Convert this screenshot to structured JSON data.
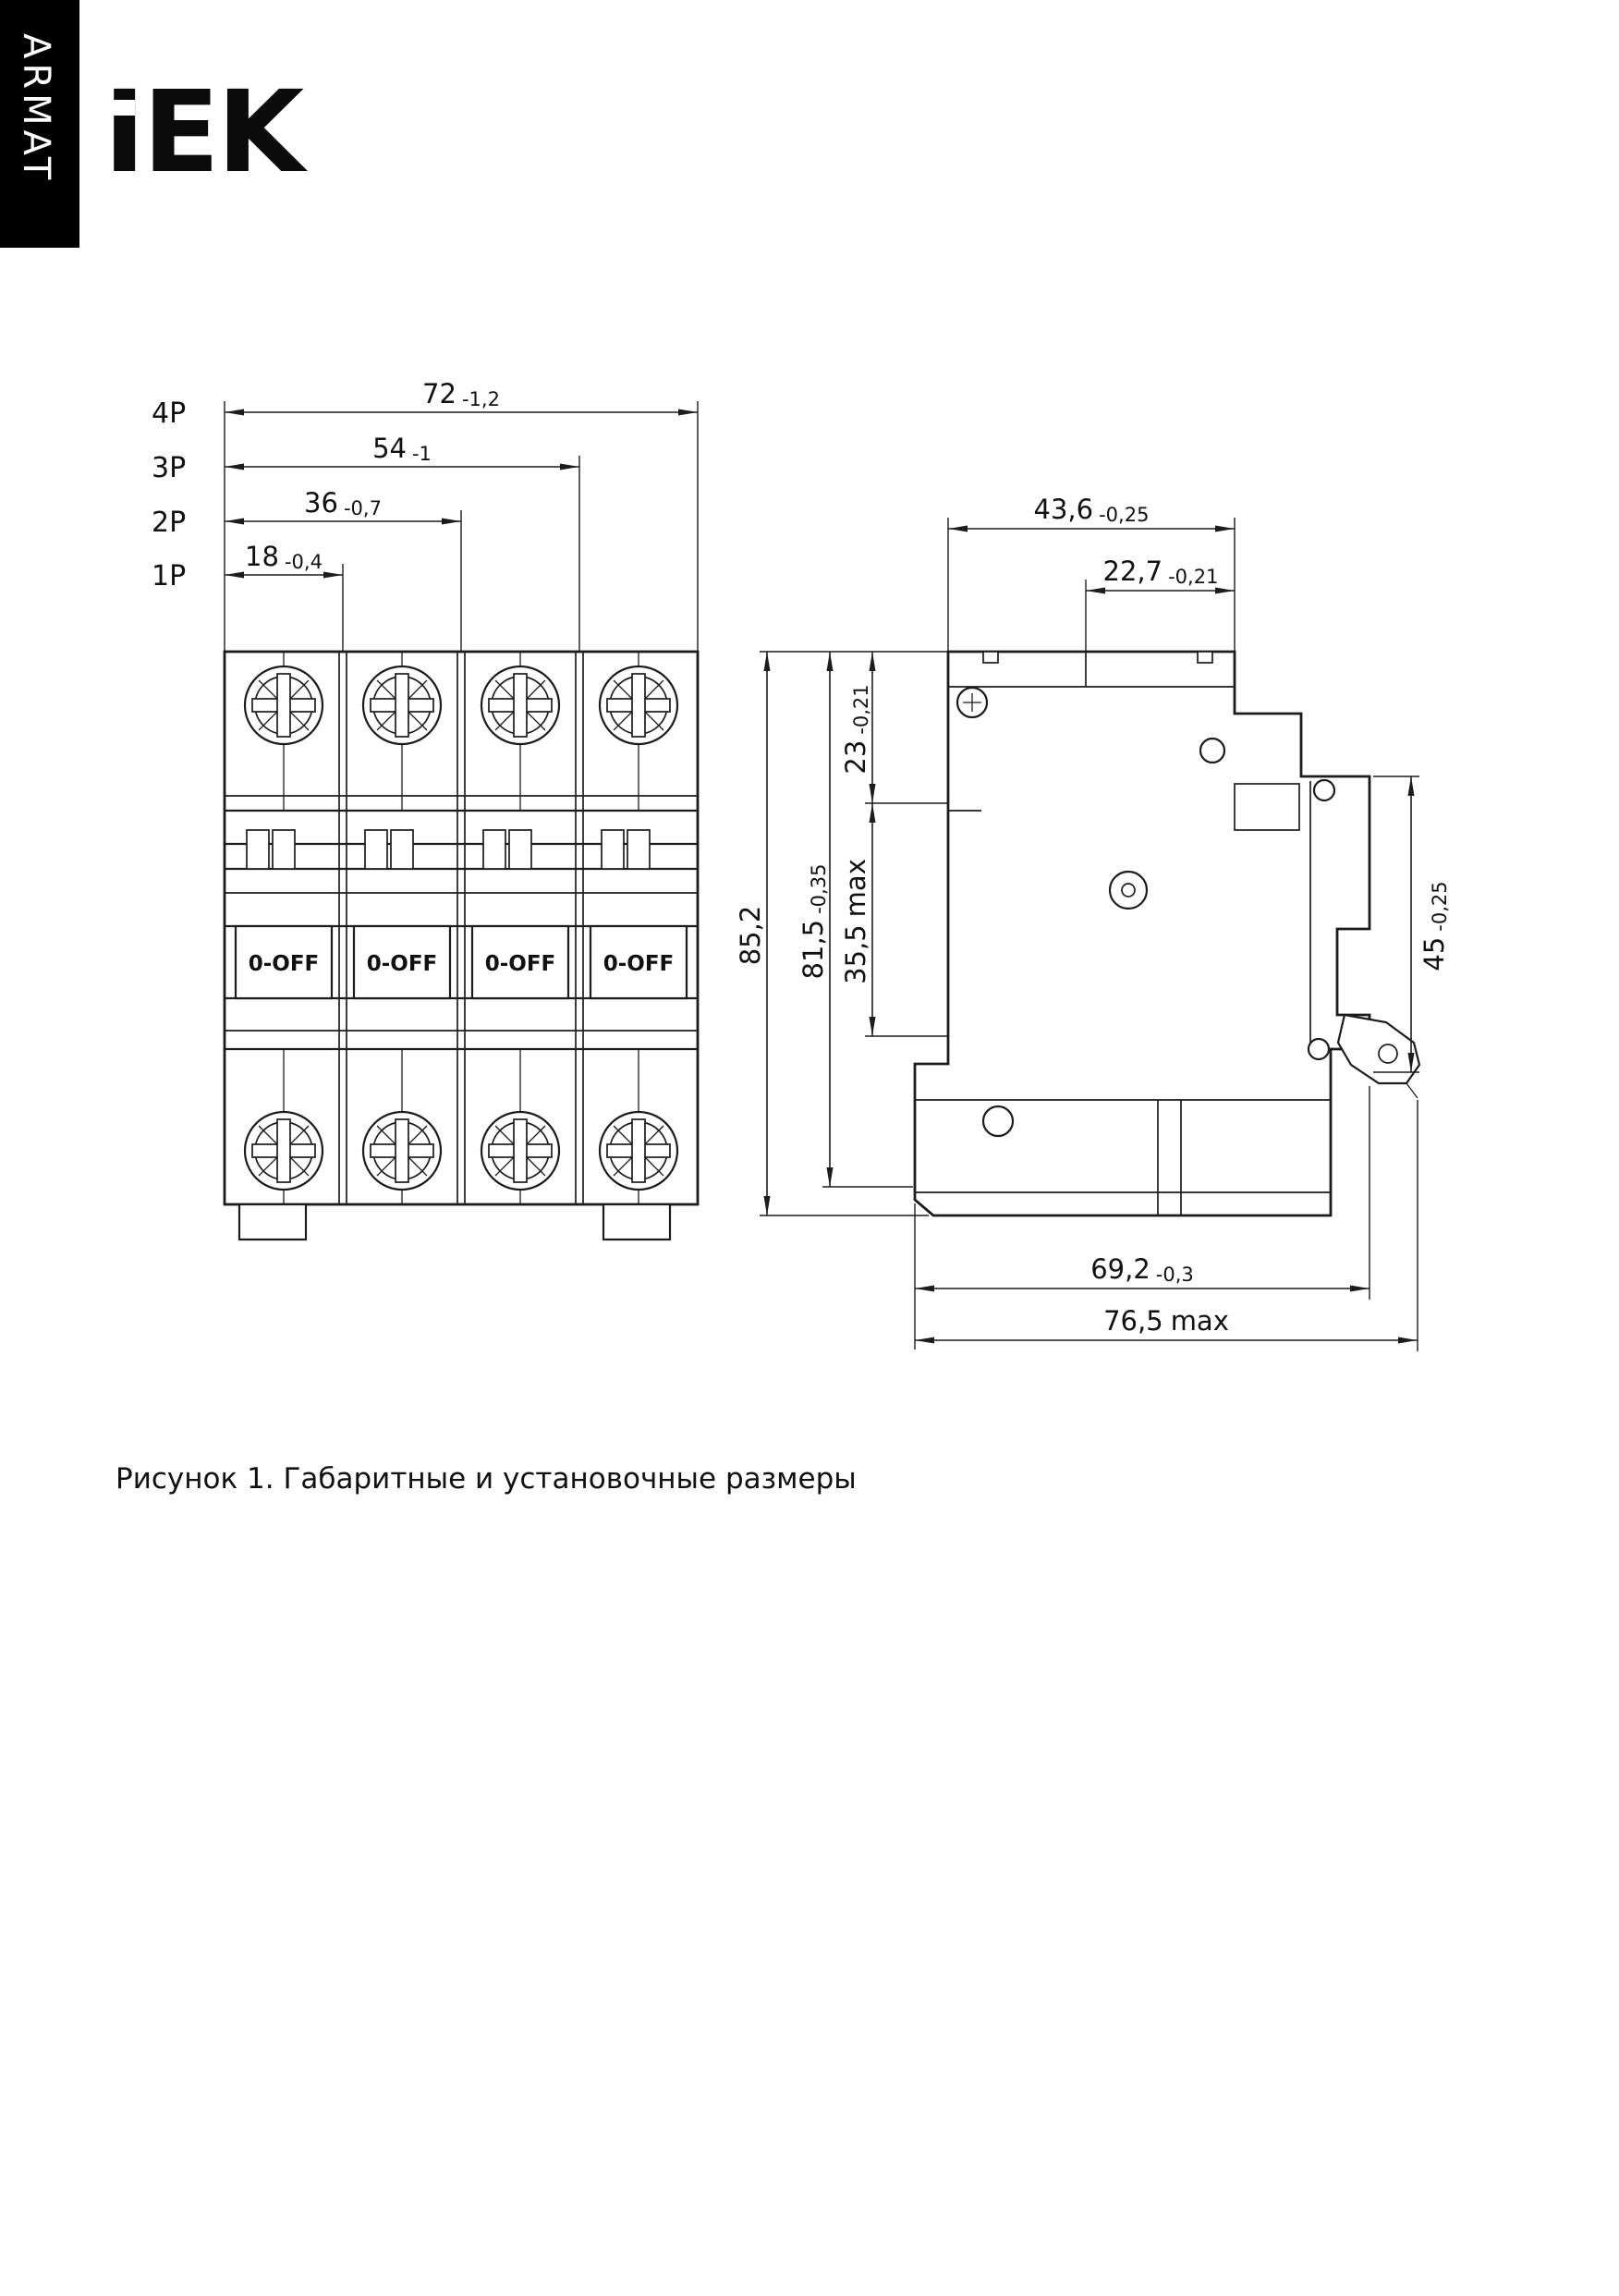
{
  "brand": {
    "sidebar_label": "ARMAT",
    "logo_text": "IEK"
  },
  "caption": "Рисунок 1. Габаритные и установочные размеры",
  "front_view": {
    "handle_label": "0-OFF",
    "dims": [
      {
        "pole": "4P",
        "value": "72",
        "tol": "-1,2"
      },
      {
        "pole": "3P",
        "value": "54",
        "tol": "-1"
      },
      {
        "pole": "2P",
        "value": "36",
        "tol": "-0,7"
      },
      {
        "pole": "1P",
        "value": "18",
        "tol": "-0,4"
      }
    ]
  },
  "side_view": {
    "dims": {
      "top_depth": {
        "value": "43,6",
        "tol": "-0,25"
      },
      "front_depth": {
        "value": "22,7",
        "tol": "-0,21"
      },
      "overall_height": {
        "value": "85,2"
      },
      "body_height": {
        "value": "81,5",
        "tol": "-0,35"
      },
      "top_offset": {
        "value": "23",
        "tol": "-0,21"
      },
      "mid_offset": {
        "value": "35,5",
        "suffix": "max"
      },
      "din_height": {
        "value": "45",
        "tol": "-0,25"
      },
      "mount_depth": {
        "value": "69,2",
        "tol": "-0,3"
      },
      "max_depth": {
        "value": "76,5",
        "suffix": "max"
      }
    }
  },
  "colors": {
    "line": "#1c1c1c",
    "text": "#111111",
    "brand_bg": "#000000",
    "brand_text": "#ffffff"
  }
}
